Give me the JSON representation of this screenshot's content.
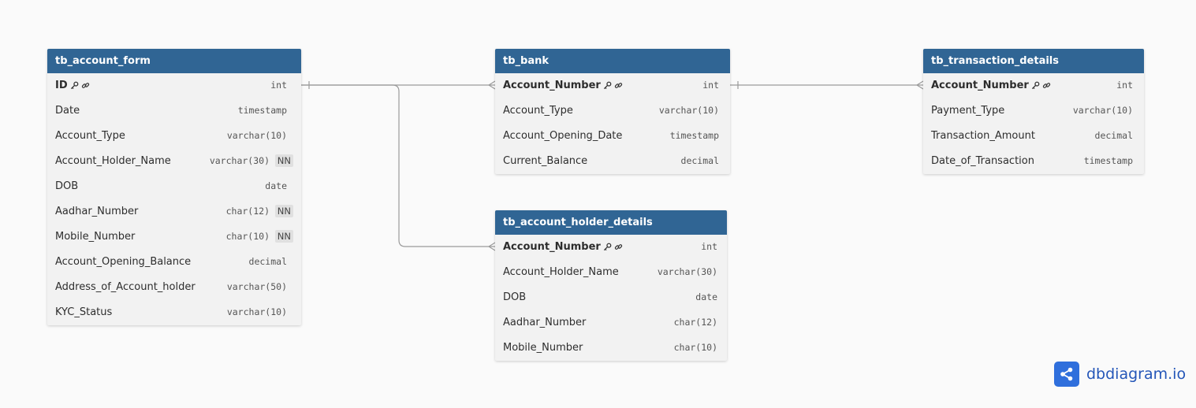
{
  "tables": [
    {
      "id": "tb_account_form",
      "name": "tb_account_form",
      "fields": [
        {
          "name": "ID",
          "type": "int",
          "pk": true,
          "key_icon": true,
          "link_icon": true,
          "nn": false
        },
        {
          "name": "Date",
          "type": "timestamp"
        },
        {
          "name": "Account_Type",
          "type": "varchar(10)"
        },
        {
          "name": "Account_Holder_Name",
          "type": "varchar(30)",
          "nn": true
        },
        {
          "name": "DOB",
          "type": "date"
        },
        {
          "name": "Aadhar_Number",
          "type": "char(12)",
          "nn": true
        },
        {
          "name": "Mobile_Number",
          "type": "char(10)",
          "nn": true
        },
        {
          "name": "Account_Opening_Balance",
          "type": "decimal"
        },
        {
          "name": "Address_of_Account_holder",
          "type": "varchar(50)"
        },
        {
          "name": "KYC_Status",
          "type": "varchar(10)"
        }
      ]
    },
    {
      "id": "tb_bank",
      "name": "tb_bank",
      "fields": [
        {
          "name": "Account_Number",
          "type": "int",
          "pk": true,
          "key_icon": true,
          "link_icon": true
        },
        {
          "name": "Account_Type",
          "type": "varchar(10)"
        },
        {
          "name": "Account_Opening_Date",
          "type": "timestamp"
        },
        {
          "name": "Current_Balance",
          "type": "decimal"
        }
      ]
    },
    {
      "id": "tb_transaction_details",
      "name": "tb_transaction_details",
      "fields": [
        {
          "name": "Account_Number",
          "type": "int",
          "pk": true,
          "key_icon": true,
          "link_icon": true
        },
        {
          "name": "Payment_Type",
          "type": "varchar(10)"
        },
        {
          "name": "Transaction_Amount",
          "type": "decimal"
        },
        {
          "name": "Date_of_Transaction",
          "type": "timestamp"
        }
      ]
    },
    {
      "id": "tb_account_holder_details",
      "name": "tb_account_holder_details",
      "fields": [
        {
          "name": "Account_Number",
          "type": "int",
          "pk": true,
          "key_icon": true,
          "link_icon": true
        },
        {
          "name": "Account_Holder_Name",
          "type": "varchar(30)"
        },
        {
          "name": "DOB",
          "type": "date"
        },
        {
          "name": "Aadhar_Number",
          "type": "char(12)"
        },
        {
          "name": "Mobile_Number",
          "type": "char(10)"
        }
      ]
    }
  ],
  "relationships": [
    {
      "from": "tb_account_form.ID",
      "to": "tb_bank.Account_Number",
      "from_card": "one",
      "to_card": "many"
    },
    {
      "from": "tb_account_form.ID",
      "to": "tb_account_holder_details.Account_Number",
      "from_card": "one",
      "to_card": "many"
    },
    {
      "from": "tb_bank.Account_Number",
      "to": "tb_transaction_details.Account_Number",
      "from_card": "one",
      "to_card": "many"
    }
  ],
  "nn_label": "NN",
  "brand": {
    "text": "dbdiagram.io",
    "color": "#2f6fdc"
  },
  "colors": {
    "header_bg": "#306594",
    "body_bg": "#f2f2f2",
    "canvas_bg": "#fafafa",
    "line": "#9a9a9a"
  }
}
